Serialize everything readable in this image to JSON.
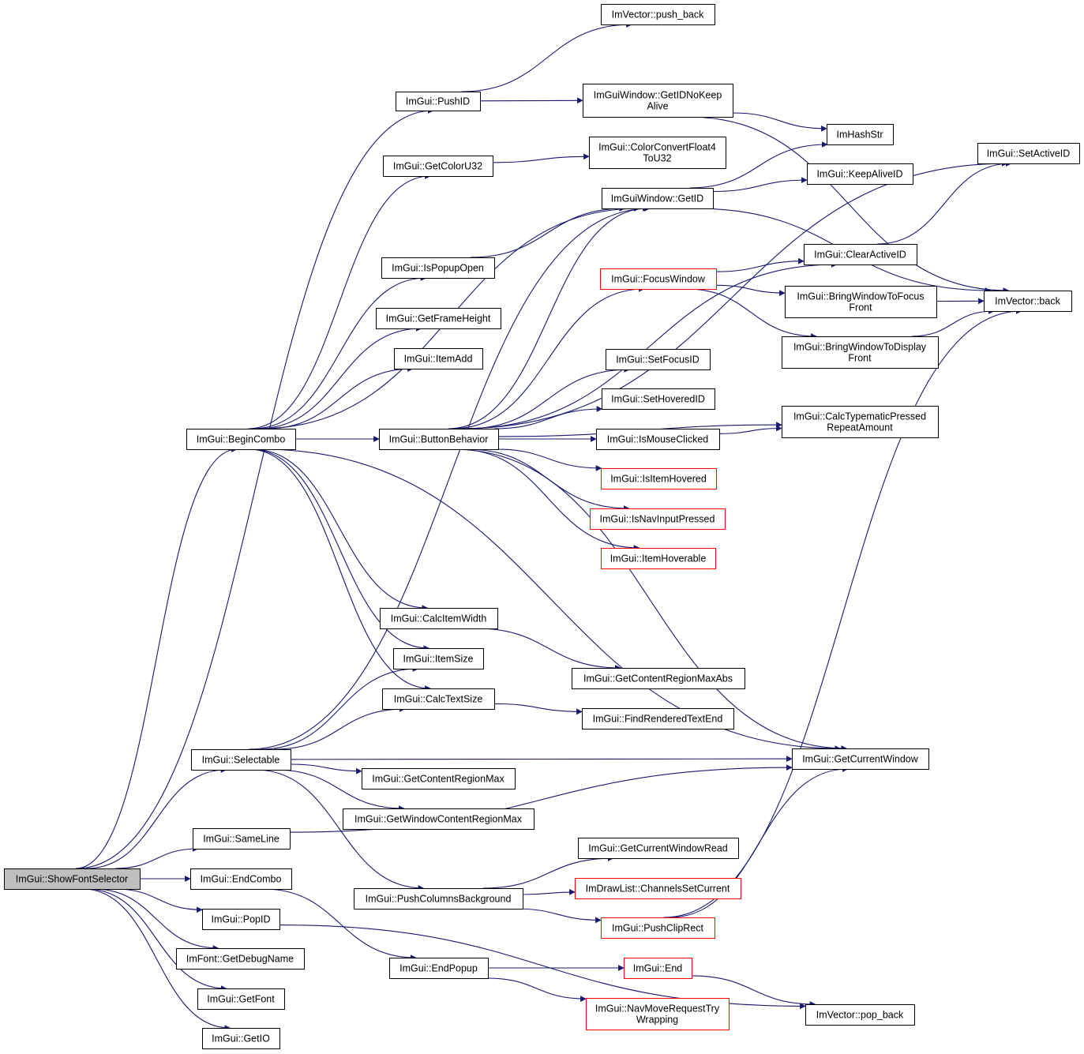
{
  "diagram": {
    "nodes": [
      {
        "id": "showFontSelector",
        "lines": [
          "ImGui::ShowFontSelector"
        ],
        "style": "root"
      },
      {
        "id": "beginCombo",
        "lines": [
          "ImGui::BeginCombo"
        ],
        "style": "normal"
      },
      {
        "id": "selectable",
        "lines": [
          "ImGui::Selectable"
        ],
        "style": "normal"
      },
      {
        "id": "sameLine",
        "lines": [
          "ImGui::SameLine"
        ],
        "style": "normal"
      },
      {
        "id": "endCombo",
        "lines": [
          "ImGui::EndCombo"
        ],
        "style": "normal"
      },
      {
        "id": "popID",
        "lines": [
          "ImGui::PopID"
        ],
        "style": "normal"
      },
      {
        "id": "getDebugName",
        "lines": [
          "ImFont::GetDebugName"
        ],
        "style": "normal"
      },
      {
        "id": "getFont",
        "lines": [
          "ImGui::GetFont"
        ],
        "style": "normal"
      },
      {
        "id": "getIO",
        "lines": [
          "ImGui::GetIO"
        ],
        "style": "normal"
      },
      {
        "id": "pushID",
        "lines": [
          "ImGui::PushID"
        ],
        "style": "normal"
      },
      {
        "id": "getColorU32",
        "lines": [
          "ImGui::GetColorU32"
        ],
        "style": "normal"
      },
      {
        "id": "isPopupOpen",
        "lines": [
          "ImGui::IsPopupOpen"
        ],
        "style": "normal"
      },
      {
        "id": "getFrameHeight",
        "lines": [
          "ImGui::GetFrameHeight"
        ],
        "style": "normal"
      },
      {
        "id": "itemAdd",
        "lines": [
          "ImGui::ItemAdd"
        ],
        "style": "normal"
      },
      {
        "id": "buttonBehavior",
        "lines": [
          "ImGui::ButtonBehavior"
        ],
        "style": "normal"
      },
      {
        "id": "calcItemWidth",
        "lines": [
          "ImGui::CalcItemWidth"
        ],
        "style": "normal"
      },
      {
        "id": "itemSize",
        "lines": [
          "ImGui::ItemSize"
        ],
        "style": "normal"
      },
      {
        "id": "calcTextSize",
        "lines": [
          "ImGui::CalcTextSize"
        ],
        "style": "normal"
      },
      {
        "id": "getContentRegionMax",
        "lines": [
          "ImGui::GetContentRegionMax"
        ],
        "style": "normal"
      },
      {
        "id": "getWindowContentRegionMax",
        "lines": [
          "ImGui::GetWindowContentRegionMax"
        ],
        "style": "normal"
      },
      {
        "id": "pushColumnsBackground",
        "lines": [
          "ImGui::PushColumnsBackground"
        ],
        "style": "normal"
      },
      {
        "id": "endPopup",
        "lines": [
          "ImGui::EndPopup"
        ],
        "style": "normal"
      },
      {
        "id": "pushBack",
        "lines": [
          "ImVector::push_back"
        ],
        "style": "normal"
      },
      {
        "id": "getIDNoKeepAlive",
        "lines": [
          "ImGuiWindow::GetIDNoKeep",
          "Alive"
        ],
        "style": "normal"
      },
      {
        "id": "colorConvertFloat4",
        "lines": [
          "ImGui::ColorConvertFloat4",
          "ToU32"
        ],
        "style": "normal"
      },
      {
        "id": "windowGetID",
        "lines": [
          "ImGuiWindow::GetID"
        ],
        "style": "normal"
      },
      {
        "id": "focusWindow",
        "lines": [
          "ImGui::FocusWindow"
        ],
        "style": "red"
      },
      {
        "id": "setFocusID",
        "lines": [
          "ImGui::SetFocusID"
        ],
        "style": "normal"
      },
      {
        "id": "setHoveredID",
        "lines": [
          "ImGui::SetHoveredID"
        ],
        "style": "normal"
      },
      {
        "id": "isMouseClicked",
        "lines": [
          "ImGui::IsMouseClicked"
        ],
        "style": "normal"
      },
      {
        "id": "isItemHovered",
        "lines": [
          "ImGui::IsItemHovered"
        ],
        "style": "red"
      },
      {
        "id": "isNavInputPressed",
        "lines": [
          "ImGui::IsNavInputPressed"
        ],
        "style": "red"
      },
      {
        "id": "itemHoverable",
        "lines": [
          "ImGui::ItemHoverable"
        ],
        "style": "red"
      },
      {
        "id": "getContentRegionMaxAbs",
        "lines": [
          "ImGui::GetContentRegionMaxAbs"
        ],
        "style": "normal"
      },
      {
        "id": "findRenderedTextEnd",
        "lines": [
          "ImGui::FindRenderedTextEnd"
        ],
        "style": "normal"
      },
      {
        "id": "getCurrentWindowRead",
        "lines": [
          "ImGui::GetCurrentWindowRead"
        ],
        "style": "normal"
      },
      {
        "id": "channelsSetCurrent",
        "lines": [
          "ImDrawList::ChannelsSetCurrent"
        ],
        "style": "red"
      },
      {
        "id": "pushClipRect",
        "lines": [
          "ImGui::PushClipRect"
        ],
        "style": "red"
      },
      {
        "id": "end",
        "lines": [
          "ImGui::End"
        ],
        "style": "red"
      },
      {
        "id": "navMoveRequestTryWrapping",
        "lines": [
          "ImGui::NavMoveRequestTry",
          "Wrapping"
        ],
        "style": "red"
      },
      {
        "id": "imHashStr",
        "lines": [
          "ImHashStr"
        ],
        "style": "normal"
      },
      {
        "id": "keepAliveID",
        "lines": [
          "ImGui::KeepAliveID"
        ],
        "style": "normal"
      },
      {
        "id": "clearActiveID",
        "lines": [
          "ImGui::ClearActiveID"
        ],
        "style": "normal"
      },
      {
        "id": "bringWindowToFocusFront",
        "lines": [
          "ImGui::BringWindowToFocus",
          "Front"
        ],
        "style": "normal"
      },
      {
        "id": "bringWindowToDisplayFront",
        "lines": [
          "ImGui::BringWindowToDisplay",
          "Front"
        ],
        "style": "normal"
      },
      {
        "id": "calcTypematic",
        "lines": [
          "ImGui::CalcTypematicPressed",
          "RepeatAmount"
        ],
        "style": "normal"
      },
      {
        "id": "getCurrentWindow",
        "lines": [
          "ImGui::GetCurrentWindow"
        ],
        "style": "normal"
      },
      {
        "id": "popBack",
        "lines": [
          "ImVector::pop_back"
        ],
        "style": "normal"
      },
      {
        "id": "setActiveID",
        "lines": [
          "ImGui::SetActiveID"
        ],
        "style": "normal"
      },
      {
        "id": "vectorBack",
        "lines": [
          "ImVector::back"
        ],
        "style": "normal"
      }
    ],
    "edges": [
      [
        "showFontSelector",
        "pushID"
      ],
      [
        "showFontSelector",
        "beginCombo"
      ],
      [
        "showFontSelector",
        "selectable"
      ],
      [
        "showFontSelector",
        "sameLine"
      ],
      [
        "showFontSelector",
        "endCombo"
      ],
      [
        "showFontSelector",
        "popID"
      ],
      [
        "showFontSelector",
        "getDebugName"
      ],
      [
        "showFontSelector",
        "getFont"
      ],
      [
        "showFontSelector",
        "getIO"
      ],
      [
        "pushID",
        "pushBack"
      ],
      [
        "pushID",
        "getIDNoKeepAlive"
      ],
      [
        "getIDNoKeepAlive",
        "imHashStr"
      ],
      [
        "getIDNoKeepAlive",
        "vectorBack"
      ],
      [
        "beginCombo",
        "getColorU32"
      ],
      [
        "beginCombo",
        "windowGetID"
      ],
      [
        "beginCombo",
        "isPopupOpen"
      ],
      [
        "beginCombo",
        "getFrameHeight"
      ],
      [
        "beginCombo",
        "itemAdd"
      ],
      [
        "beginCombo",
        "buttonBehavior"
      ],
      [
        "beginCombo",
        "calcItemWidth"
      ],
      [
        "beginCombo",
        "itemSize"
      ],
      [
        "beginCombo",
        "calcTextSize"
      ],
      [
        "beginCombo",
        "getCurrentWindow"
      ],
      [
        "getColorU32",
        "colorConvertFloat4"
      ],
      [
        "isPopupOpen",
        "windowGetID"
      ],
      [
        "windowGetID",
        "imHashStr"
      ],
      [
        "windowGetID",
        "keepAliveID"
      ],
      [
        "windowGetID",
        "vectorBack"
      ],
      [
        "buttonBehavior",
        "windowGetID"
      ],
      [
        "buttonBehavior",
        "clearActiveID"
      ],
      [
        "buttonBehavior",
        "focusWindow"
      ],
      [
        "buttonBehavior",
        "setActiveID"
      ],
      [
        "buttonBehavior",
        "calcTypematic"
      ],
      [
        "buttonBehavior",
        "setFocusID"
      ],
      [
        "buttonBehavior",
        "setHoveredID"
      ],
      [
        "buttonBehavior",
        "isMouseClicked"
      ],
      [
        "buttonBehavior",
        "isItemHovered"
      ],
      [
        "buttonBehavior",
        "isNavInputPressed"
      ],
      [
        "buttonBehavior",
        "itemHoverable"
      ],
      [
        "buttonBehavior",
        "getCurrentWindow"
      ],
      [
        "focusWindow",
        "clearActiveID"
      ],
      [
        "focusWindow",
        "bringWindowToFocusFront"
      ],
      [
        "focusWindow",
        "bringWindowToDisplayFront"
      ],
      [
        "clearActiveID",
        "setActiveID"
      ],
      [
        "bringWindowToFocusFront",
        "vectorBack"
      ],
      [
        "bringWindowToDisplayFront",
        "vectorBack"
      ],
      [
        "isMouseClicked",
        "calcTypematic"
      ],
      [
        "calcItemWidth",
        "getContentRegionMaxAbs"
      ],
      [
        "calcTextSize",
        "findRenderedTextEnd"
      ],
      [
        "selectable",
        "itemSize"
      ],
      [
        "selectable",
        "calcTextSize"
      ],
      [
        "selectable",
        "getCurrentWindow"
      ],
      [
        "selectable",
        "getContentRegionMax"
      ],
      [
        "selectable",
        "getWindowContentRegionMax"
      ],
      [
        "selectable",
        "pushColumnsBackground"
      ],
      [
        "selectable",
        "windowGetID"
      ],
      [
        "sameLine",
        "getCurrentWindow"
      ],
      [
        "pushColumnsBackground",
        "getCurrentWindowRead"
      ],
      [
        "pushColumnsBackground",
        "channelsSetCurrent"
      ],
      [
        "pushColumnsBackground",
        "pushClipRect"
      ],
      [
        "pushClipRect",
        "getCurrentWindow"
      ],
      [
        "pushClipRect",
        "vectorBack"
      ],
      [
        "endCombo",
        "endPopup"
      ],
      [
        "endPopup",
        "end"
      ],
      [
        "endPopup",
        "navMoveRequestTryWrapping"
      ],
      [
        "end",
        "popBack"
      ],
      [
        "popID",
        "popBack"
      ]
    ]
  }
}
